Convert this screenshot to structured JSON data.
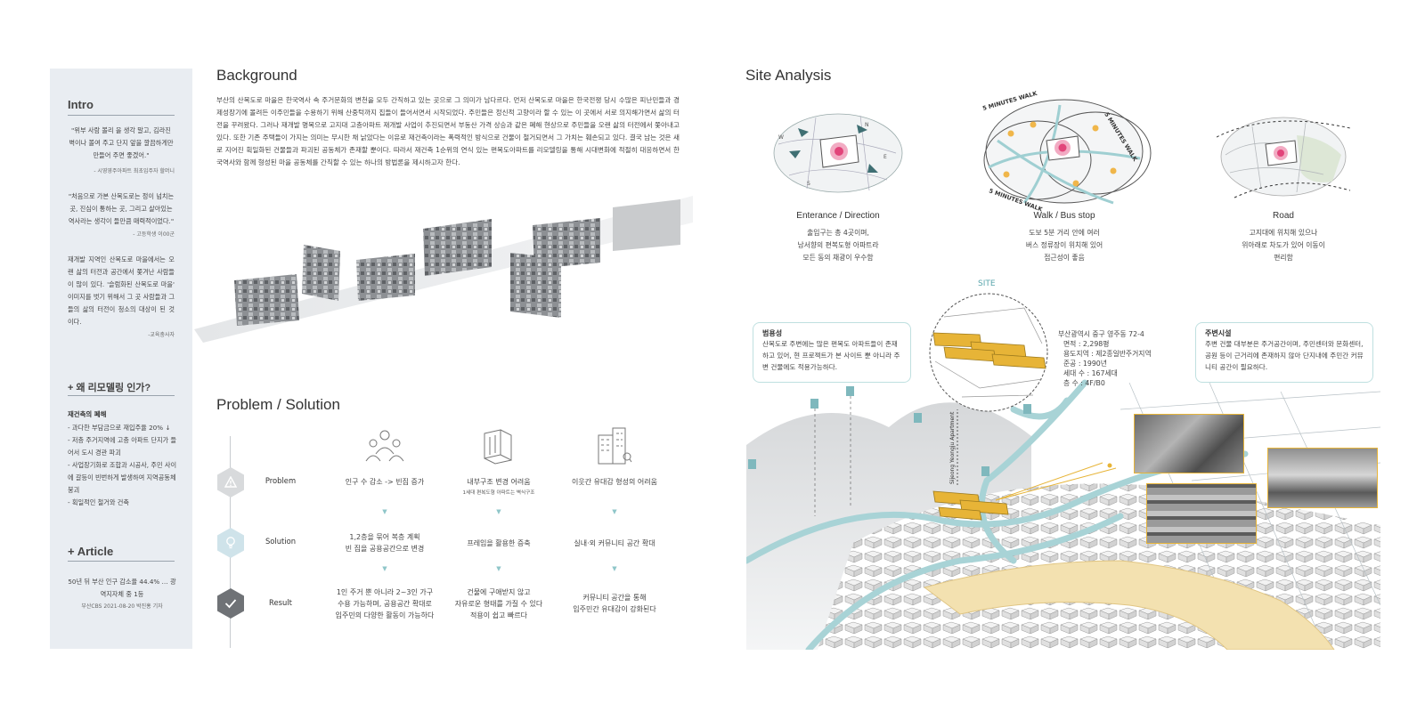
{
  "intro": {
    "title": "Intro",
    "quotes": [
      {
        "text": "\"위부 사람 볼리 을 생각 말고, 김라진 벽이나 볼여 주고 단지 앞을 깔끔하게만 만들어 주면 좋겠어.\"",
        "source": "- 시영영주아파트 최초입주자 할머니"
      },
      {
        "text": "\"처음으로 가본 산복도로는 정이 넘치는 곳, 진심이 통하는 곳, 그리고 살아있는 역사라는 생각이 들만큼 매력적이었다.\"",
        "source": "- 고등학생 이00군"
      },
      {
        "text": "재개발 지역인 산복도로 마을에서는 오랜 삶의 터전과 공간에서 쫓겨난 사람들이 많이 있다. '슬럼화된 산복도로 마을' 이미지를 벗기 위해서 그 곳 사람들과 그들의 삶의 터전이 청소의 대상이 된 것 이다.",
        "source": "-교육충사자"
      }
    ],
    "why_title": "+ 왜 리모델링 인가?",
    "why_sub": "재건축의 폐해",
    "why_items": [
      "- 과다한 부담금으로 재입주율 20% ↓",
      "- 저층 주거지역에 고층 아파트 단지가 들어서 도시 경관 파괴",
      "- 사업장기화로 조합과 시공사, 주민 사이에 갈등이 빈번하게 발생하여 지역공동체 붕괴",
      "- 획일적인 철거와 건축"
    ],
    "article_title": "+ Article",
    "article_text": "50년 뒤 부산 인구 감소율 44.4% … 광역지자체 중 1등",
    "article_source": "부산CBS 2021-08-20 박진홍 기자"
  },
  "background": {
    "title": "Background",
    "text": "부산의 산복도로 마을은 한국역사 속 주거문화의 변천을 모두 간직하고 있는 곳으로 그 의미가 남다르다. 먼저 산복도로 마을은 한국전쟁 당시 수많은 피난민들과 경제성장기에 몰려든 이주민들을 수용하기 위해 산중턱까지 집들이 들어서면서 시작되었다. 주민들은 정신적 고향이라 할 수 있는 이 곳에서 서로 의지해가면서 삶의 터전을 꾸려왔다. 그러나 재개발 명목으로 고지대 고층아파트 재개발 사업이 추진되면서 부동산 가격 상승과 같은 폐해 현상으로 주민들을 오랜 삶의 터전에서 쫓아내고 있다. 또한 기존 주택들이 가지는 의미는 무시한 채 낡았다는 이유로 재건축이라는 폭력적인 방식으로 건물이 철거되면서 그 가치는 훼손되고 있다. 결국 남는 것은 새로 지어진 획일화된 건물들과 파괴된 공동체가 존재할 뿐이다. 따라서 재건축 1순위의 연식 있는 편복도아파트를 리모델링을 통해 시대변화에 적절히 대응하면서 한국역사와 함께 형성된 마을 공동체를 간직할 수 있는 하나의 방법론을 제시하고자 한다."
  },
  "problem_solution": {
    "title": "Problem / Solution",
    "rows": [
      {
        "label": "Problem",
        "cells": [
          "인구 수 감소 -> 빈집 증가",
          "내부구조 변경 어려움",
          "이웃간 유대감 형성의 어려움"
        ],
        "note": "1세대 편복도형 아파트는 벽식구조"
      },
      {
        "label": "Solution",
        "cells": [
          "1,2층을 묶어 복층 계획\n빈 집을 공용공간으로 변경",
          "프레임을 활용한 증축",
          "실내·외 커뮤니티 공간 확대"
        ]
      },
      {
        "label": "Result",
        "cells": [
          "1인 주거 뿐 아니라 2~3인 가구\n수용 가능하며, 공용공간 확대로\n입주민의 다양한 활동이 가능하다",
          "건물에 구애받지 않고\n자유로운 형태를 가질 수 있다\n적용이 쉽고 빠르다",
          "커뮤니티 공간을 통해\n입주민간 유대감이 강화된다"
        ]
      }
    ],
    "arrow": "▼"
  },
  "site": {
    "title": "Site Analysis",
    "maps": [
      {
        "title": "Enterance / Direction",
        "desc": "출입구는 총 4곳이며,\n남서향의 편복도형 아파트라\n모든 동의 채광이 우수함"
      },
      {
        "title": "Walk / Bus stop",
        "desc": "도보 5분 거리 안에 여러\n버스 정류장이 위치해 있어\n접근성이 좋음"
      },
      {
        "title": "Road",
        "desc": "고지대에 위치해 있으나\n위아래로 차도가 있어 이동이\n편리함"
      }
    ],
    "walk_label_a": "5 MINUTES WALK",
    "walk_label_b": "5 MINUTES WALK",
    "walk_label_c": "5 MINUTES WALK",
    "site_label": "SITE",
    "callout_left": {
      "title": "범용성",
      "text": "산복도로 주변에는 많은 편복도 아파트들이 존재하고 있어, 현 프로젝트가 본 사이트 뿐 아니라 주변 건물에도 적용가능하다."
    },
    "info": [
      "부산광역시 중구 영주동 72-4",
      "면적 : 2,298평",
      "용도지역 : 제2종일반주거지역",
      "준공 : 1990년",
      "세대 수 : 167세대",
      "층 수 : 4F/B0"
    ],
    "callout_right": {
      "title": "주변시설",
      "text": "주변 건물 대부분은 주거공간이며, 주민센터와 문화센터, 공원 등이 근거리에 존재하지 않아 단지내에 주민간 커뮤니티 공간이 필요하다."
    },
    "building_label": "Sijeong Yeongju Apartment",
    "colors": {
      "accent_teal": "#9fcfd2",
      "accent_gold": "#e7b437",
      "accent_pink": "#e2447a"
    }
  }
}
